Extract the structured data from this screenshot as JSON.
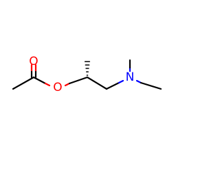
{
  "molecule": {
    "atoms": {
      "carbonyl_oxygen": {
        "symbol": "O",
        "color": "#ff0000"
      },
      "ester_oxygen": {
        "symbol": "O",
        "color": "#ff0000"
      },
      "amine_nitrogen": {
        "symbol": "N",
        "color": "#0000ff"
      }
    },
    "bond_color": "#000000",
    "stereo_wedge": "hashed"
  }
}
